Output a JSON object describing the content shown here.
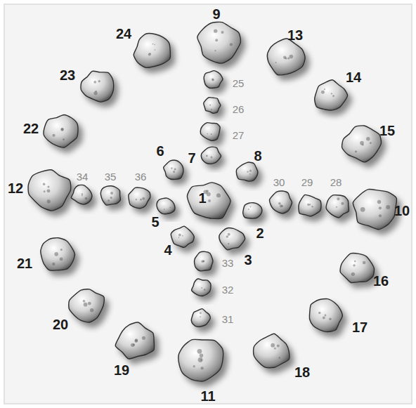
{
  "diagram": {
    "labels": [
      "1",
      "2",
      "3",
      "4",
      "5",
      "6",
      "7",
      "8",
      "9",
      "10",
      "11",
      "12",
      "13",
      "14",
      "15",
      "16",
      "17",
      "18",
      "19",
      "20",
      "21",
      "22",
      "23",
      "24",
      "25",
      "26",
      "27",
      "28",
      "29",
      "30",
      "31",
      "32",
      "33",
      "34",
      "35",
      "36"
    ]
  }
}
